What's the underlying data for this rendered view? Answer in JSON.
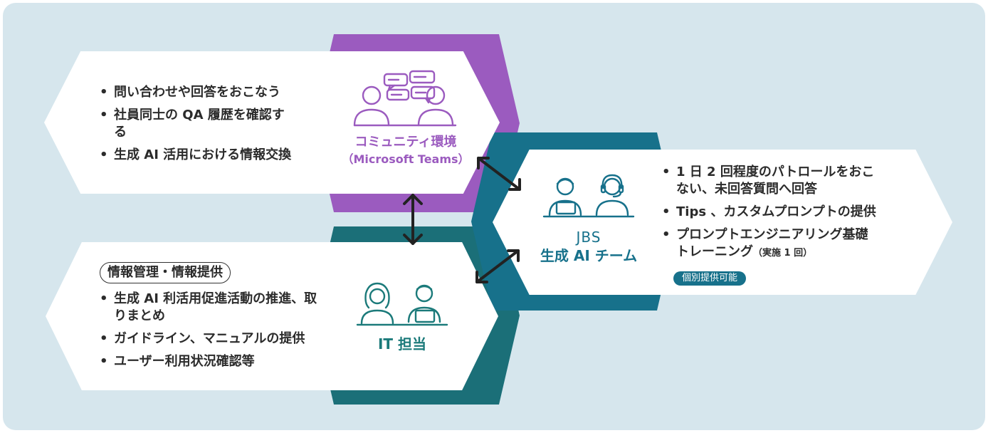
{
  "community": {
    "bullets": [
      "問い合わせや回答をおこなう",
      "社員同士の QA 履歴を確認する",
      "生成 AI 活用における情報交換"
    ],
    "label_line1": "コミュニティ環境",
    "label_line2": "（Microsoft Teams）",
    "color": "#9b5bbf"
  },
  "it": {
    "pill": "情報管理・情報提供",
    "bullets": [
      "生成 AI 利活用促進活動の推進、取りまとめ",
      "ガイドライン、マニュアルの提供",
      "ユーザー利用状況確認等"
    ],
    "label": "IT 担当",
    "color": "#1b7a7a"
  },
  "jbs": {
    "label_line1": "JBS",
    "label_line2": "生成 AI チーム",
    "bullets": [
      "1 日 2 回程度のパトロールをおこない、未回答質問へ回答",
      "Tips 、カスタムプロンプトの提供",
      "プロンプトエンジニアリング基礎トレーニング"
    ],
    "training_note": "（実施 1 回）",
    "tag": "個別提供可能",
    "color": "#17718b"
  }
}
